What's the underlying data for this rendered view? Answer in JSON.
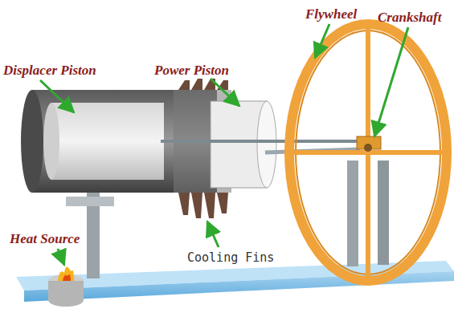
{
  "diagram": {
    "labels": [
      "Displacer Piston",
      "Power Piston",
      "Flywheel",
      "Crankshaft",
      "Heat Source",
      "Cooling Fins"
    ]
  }
}
